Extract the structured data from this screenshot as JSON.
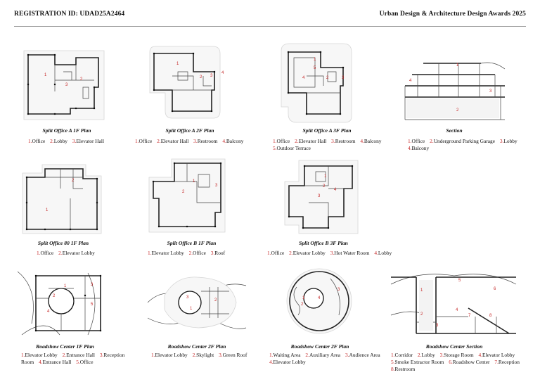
{
  "header": {
    "registration": "REGISTRATION ID: UDAD25A2464",
    "award": "Urban Design & Architecture Design Awards 2025"
  },
  "plans": [
    {
      "caption": "Split Office A 1F Plan",
      "legend": [
        [
          "1.",
          "Office"
        ],
        [
          "2.",
          "Lobby"
        ],
        [
          "3.",
          "Elevator Hall"
        ]
      ],
      "marks": [
        "1",
        "2",
        "3"
      ]
    },
    {
      "caption": "Split Office A 2F Plan",
      "legend": [
        [
          "1.",
          "Office"
        ],
        [
          "2.",
          "Elevator Hall"
        ],
        [
          "3.",
          "Restroom"
        ],
        [
          "4.",
          "Balcony"
        ]
      ],
      "marks": [
        "1",
        "2",
        "3",
        "4"
      ]
    },
    {
      "caption": "Split Office A 3F Plan",
      "legend": [
        [
          "1.",
          "Office"
        ],
        [
          "2.",
          "Elevator Hall"
        ],
        [
          "3.",
          "Restroom"
        ],
        [
          "4.",
          "Balcony"
        ],
        [
          "5.",
          "Outdoor Terrace"
        ]
      ],
      "marks": [
        "1",
        "2",
        "3",
        "4",
        "5"
      ]
    },
    {
      "caption": "Section",
      "legend": [
        [
          "1.",
          "Office"
        ],
        [
          "2.",
          "Underground Parking Garage"
        ],
        [
          "3.",
          "Lobby"
        ],
        [
          "4.",
          "Balcony"
        ]
      ],
      "marks": [
        "1",
        "2",
        "3",
        "4"
      ]
    },
    {
      "caption": "Split Office 80 1F Plan",
      "legend": [
        [
          "1.",
          "Office"
        ],
        [
          "2.",
          "Elevator Lobby"
        ]
      ],
      "marks": [
        "1",
        "2"
      ]
    },
    {
      "caption": "Split Office B 1F Plan",
      "legend": [
        [
          "1.",
          "Elevator Lobby"
        ],
        [
          "2.",
          "Office"
        ],
        [
          "3.",
          "Roof"
        ]
      ],
      "marks": [
        "1",
        "2",
        "3"
      ]
    },
    {
      "caption": "Split Office B 3F Plan",
      "legend": [
        [
          "1.",
          "Office"
        ],
        [
          "2.",
          "Elevator Lobby"
        ],
        [
          "3.",
          "Hot Water Room"
        ],
        [
          "4.",
          "Lobby"
        ]
      ],
      "marks": [
        "1",
        "2",
        "3",
        "4"
      ]
    },
    {
      "caption": "Roadshow Center 1F Plan",
      "legend": [
        [
          "1.",
          "Elevator Lobby"
        ],
        [
          "2.",
          "Entrance Hall"
        ],
        [
          "3.",
          "Reception Room"
        ],
        [
          "4.",
          "Entrance Hall"
        ],
        [
          "5.",
          "Office"
        ]
      ],
      "marks": [
        "1",
        "2",
        "3",
        "4",
        "5"
      ]
    },
    {
      "caption": "Roadshow Center 2F Plan",
      "legend": [
        [
          "1.",
          "Elevator Lobby"
        ],
        [
          "2.",
          "Skylight"
        ],
        [
          "3.",
          "Green Roof"
        ]
      ],
      "marks": [
        "1",
        "2",
        "3"
      ]
    },
    {
      "caption": "Roadshow Center 2F Plan",
      "legend": [
        [
          "1.",
          "Waiting Area"
        ],
        [
          "2.",
          "Auxiliary Area"
        ],
        [
          "3.",
          "Audience Area"
        ],
        [
          "4.",
          "Elevator Lobby"
        ]
      ],
      "marks": [
        "1",
        "2",
        "3",
        "4"
      ]
    },
    {
      "caption": "Roadshow Center Section",
      "legend": [
        [
          "1.",
          "Corridor"
        ],
        [
          "2.",
          "Lobby"
        ],
        [
          "3.",
          "Storage Room"
        ],
        [
          "4.",
          "Elevator Lobby"
        ],
        [
          "5.",
          "Smoke Extractor Room"
        ],
        [
          "6.",
          "Roadshow Center"
        ],
        [
          "7.",
          "Reception"
        ],
        [
          "8.",
          "Restroom"
        ]
      ],
      "marks": [
        "1",
        "2",
        "3",
        "4",
        "5",
        "6",
        "7",
        "8"
      ]
    }
  ]
}
